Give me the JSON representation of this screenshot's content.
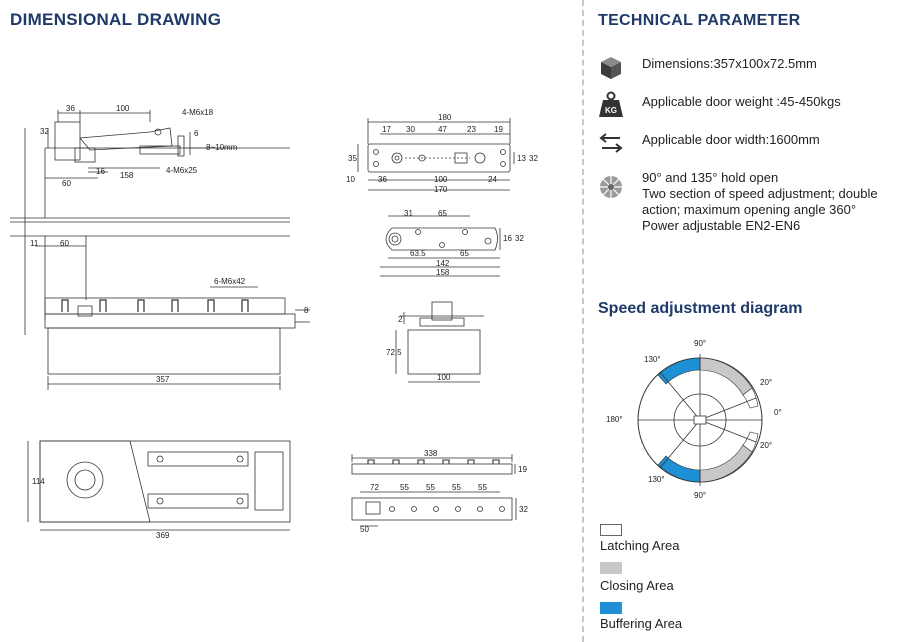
{
  "left_panel": {
    "title": "DIMENSIONAL DRAWING",
    "dims": {
      "d36": "36",
      "d100": "100",
      "d32": "32",
      "m6x18": "4-M6x18",
      "d6": "6",
      "d8_10": "8~10mm",
      "d16": "16",
      "d158": "158",
      "d60": "60",
      "m6x25": "4-M6x25",
      "d180": "180",
      "d17": "17",
      "d30": "30",
      "d47": "47",
      "d23": "23",
      "d19": "19",
      "d35": "35",
      "d13": "13",
      "d32b": "32",
      "d10": "10",
      "d36b": "36",
      "d100b": "100",
      "d24": "24",
      "d170": "170",
      "d31": "31",
      "d65": "65",
      "d16b": "16",
      "d32c": "32",
      "d63_5": "63.5",
      "d65b": "65",
      "d142": "142",
      "d158b": "158",
      "d11": "11",
      "d60b": "60",
      "m6x42": "6-M6x42",
      "d8": "8",
      "d357": "357",
      "d2": "2",
      "d72_5": "72.5",
      "d100c": "100",
      "d114": "114",
      "d369": "369",
      "d338": "338",
      "d19b": "19",
      "d72": "72",
      "d55a": "55",
      "d55b": "55",
      "d55c": "55",
      "d55d": "55",
      "d32d": "32",
      "d50": "50"
    }
  },
  "right_panel": {
    "title": "TECHNICAL PARAMETER",
    "params": [
      {
        "icon": "cube-icon",
        "text": "Dimensions:357x100x72.5mm"
      },
      {
        "icon": "weight-kg-icon",
        "text": "Applicable door weight :45-450kgs",
        "icon_label": "KG"
      },
      {
        "icon": "arrows-width-icon",
        "text": "Applicable door width:1600mm"
      },
      {
        "icon": "gear-wheel-icon",
        "lines": [
          "90° and 135° hold open",
          "Two section of speed adjustment; double",
          "action; maximum opening angle 360°",
          "Power adjustable EN2-EN6"
        ]
      }
    ],
    "speed_title": "Speed adjustment diagram",
    "speed_diagram": {
      "angle_labels": {
        "top": "90°",
        "bottom": "90°",
        "upper_left": "130°",
        "lower_left": "130°",
        "left": "180°",
        "right": "0°",
        "upper_right": "20°",
        "lower_right": "20°"
      }
    },
    "legend": [
      {
        "label": "Latching Area",
        "color": "#ffffff"
      },
      {
        "label": "Closing Area",
        "color": "#c8c8c8"
      },
      {
        "label": "Buffering Area",
        "color": "#1e90d6"
      }
    ]
  },
  "colors": {
    "heading": "#1f3a68",
    "buffer_blue": "#1e90d6",
    "closing_gray": "#c8c8c8",
    "line": "#333333"
  }
}
